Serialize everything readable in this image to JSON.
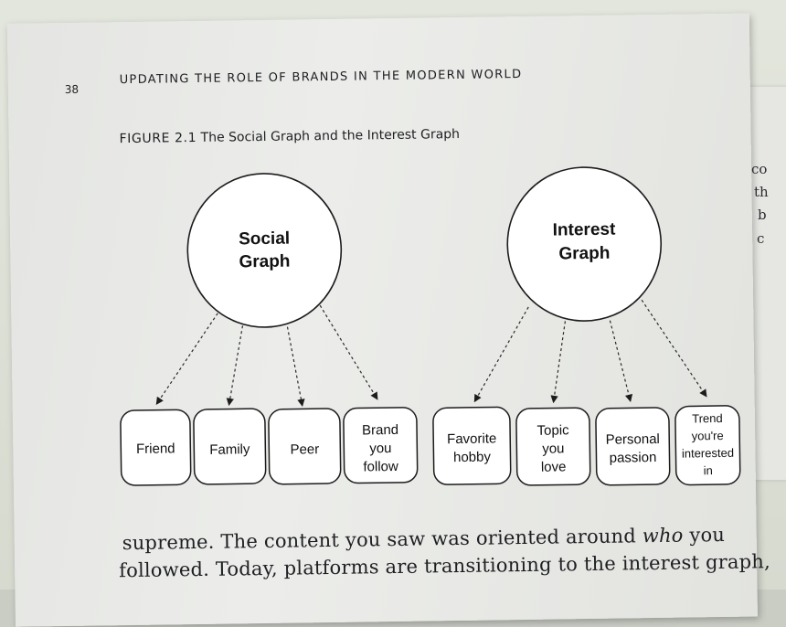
{
  "page": {
    "number": "38",
    "running_head": "UPDATING THE ROLE OF BRANDS IN THE MODERN WORLD"
  },
  "figure": {
    "label": "FIGURE 2.1",
    "caption": "The Social Graph and the Interest Graph",
    "social_graph": {
      "title": [
        "Social",
        "Graph"
      ],
      "nodes": [
        {
          "lines": [
            "Friend"
          ]
        },
        {
          "lines": [
            "Family"
          ]
        },
        {
          "lines": [
            "Peer"
          ]
        },
        {
          "lines": [
            "Brand",
            "you",
            "follow"
          ]
        }
      ]
    },
    "interest_graph": {
      "title": [
        "Interest",
        "Graph"
      ],
      "nodes": [
        {
          "lines": [
            "Favorite",
            "hobby"
          ]
        },
        {
          "lines": [
            "Topic",
            "you",
            "love"
          ]
        },
        {
          "lines": [
            "Personal",
            "passion"
          ]
        },
        {
          "lines": [
            "Trend",
            "you're",
            "interested",
            "in"
          ]
        }
      ]
    }
  },
  "body_text": {
    "line1_start": "supreme. The content you saw was oriented around ",
    "line1_emphasis": "who",
    "line1_end": " you",
    "line2": "followed. Today, platforms are transitioning to the interest graph,"
  },
  "facing_page_edge": [
    "co",
    "th",
    "b",
    "c"
  ],
  "colors": {
    "paper": "#e9eae7",
    "ink": "#1e1f22",
    "diagram_fill": "#ffffff"
  }
}
